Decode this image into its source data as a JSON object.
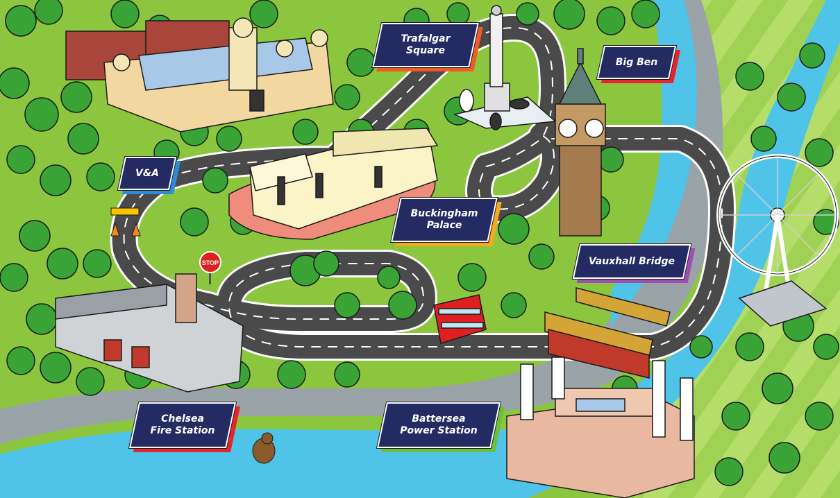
{
  "map": {
    "colors": {
      "grass": "#8cc63f",
      "road": "#4a4a4a",
      "river": "#4fc3e8",
      "label_bg": "#242a62"
    },
    "landmarks": [
      {
        "id": "trafalgar",
        "name": "Trafalgar\nSquare",
        "accent": "#f15a24"
      },
      {
        "id": "bigben",
        "name": "Big Ben",
        "accent": "#e8232a"
      },
      {
        "id": "va",
        "name": "V&A",
        "accent": "#2e8bd8"
      },
      {
        "id": "buckingham",
        "name": "Buckingham\nPalace",
        "accent": "#f7a81b"
      },
      {
        "id": "vauxhall",
        "name": "Vauxhall Bridge",
        "accent": "#9b4fb0"
      },
      {
        "id": "chelsea",
        "name": "Chelsea\nFire Station",
        "accent": "#e8232a"
      },
      {
        "id": "battersea",
        "name": "Battersea\nPower Station",
        "accent": "#6cbf3c"
      }
    ],
    "signs": {
      "stop": "STOP"
    }
  }
}
